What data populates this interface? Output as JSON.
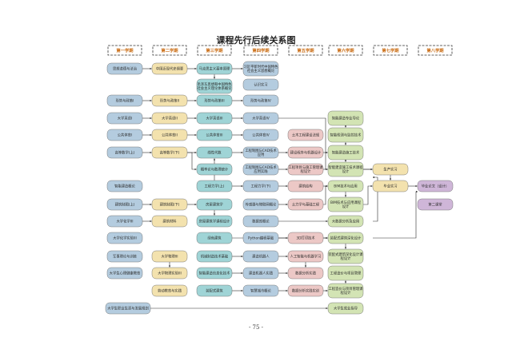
{
  "title": "课程先行后续关系图",
  "page_number": "- 75 -",
  "colors": {
    "blue": "#b4ccdf",
    "yellow": "#f3e2ae",
    "teal": "#9fd4d6",
    "pink": "#ecc8c6",
    "green": "#d3e4b4",
    "purple": "#cfb6d8",
    "edge": "#2b2b2b",
    "semester_header_text": "#c96a10"
  },
  "semesters": [
    "第一学期",
    "第二学期",
    "第三学期",
    "第四学期",
    "第五学期",
    "第六学期",
    "第七学期",
    "第八学期"
  ],
  "nodes": [
    {
      "id": "n1",
      "label": "思想道德与法治",
      "color": "blue"
    },
    {
      "id": "n2",
      "label": "中国近现代史纲要",
      "color": "yellow"
    },
    {
      "id": "n3",
      "label": "马克思主义基本原理",
      "color": "teal"
    },
    {
      "id": "n4",
      "label": "习近平新时代中国特色社会主义思想概论",
      "color": "blue"
    },
    {
      "id": "n5",
      "label": "毛泽东思想和中国特色社会主义理论体系概论",
      "color": "teal"
    },
    {
      "id": "n6",
      "label": "认识实习",
      "color": "blue"
    },
    {
      "id": "n7",
      "label": "形势与政策I",
      "color": "blue"
    },
    {
      "id": "n8",
      "label": "形势与政策II",
      "color": "yellow"
    },
    {
      "id": "n9",
      "label": "形势与政策III",
      "color": "teal"
    },
    {
      "id": "n10",
      "label": "形势与政策IV",
      "color": "blue"
    },
    {
      "id": "n11",
      "label": "大学英语I",
      "color": "blue"
    },
    {
      "id": "n12",
      "label": "大学英语II",
      "color": "yellow"
    },
    {
      "id": "n13",
      "label": "大学英语III",
      "color": "teal"
    },
    {
      "id": "n14",
      "label": "大学英语IV",
      "color": "blue"
    },
    {
      "id": "n15",
      "label": "公共体育I",
      "color": "blue"
    },
    {
      "id": "n16",
      "label": "公共体育II",
      "color": "yellow"
    },
    {
      "id": "n17",
      "label": "公共体育III",
      "color": "teal"
    },
    {
      "id": "n18",
      "label": "公共体育IV",
      "color": "blue"
    },
    {
      "id": "n19",
      "label": "土木工程建设法规",
      "color": "pink"
    },
    {
      "id": "n20",
      "label": "智能建造专业导论",
      "color": "green"
    },
    {
      "id": "n21",
      "label": "智能检测与监控技术",
      "color": "green"
    },
    {
      "id": "n22",
      "label": "智能建造施工技术",
      "color": "green"
    },
    {
      "id": "n23",
      "label": "高等数学(上)",
      "color": "blue"
    },
    {
      "id": "n24",
      "label": "高等数学(下)",
      "color": "yellow"
    },
    {
      "id": "n25",
      "label": "线性代数",
      "color": "teal"
    },
    {
      "id": "n26",
      "label": "工程制图与CAD技术应用",
      "color": "blue"
    },
    {
      "id": "n27",
      "label": "建设程序与机器设计",
      "color": "pink"
    },
    {
      "id": "n28",
      "label": "智能建造施工技术课程设计",
      "color": "green"
    },
    {
      "id": "n29",
      "label": "生产实习",
      "color": "yellow"
    },
    {
      "id": "n30",
      "label": "概率论与数理统计",
      "color": "teal"
    },
    {
      "id": "n31",
      "label": "工程制图与CAD技术应用实践",
      "color": "blue"
    },
    {
      "id": "n32",
      "label": "工程项目与施工管理课程设计",
      "color": "pink"
    },
    {
      "id": "n33",
      "label": "毕业实习",
      "color": "yellow"
    },
    {
      "id": "n34",
      "label": "毕业论文（设计）",
      "color": "purple"
    },
    {
      "id": "n35",
      "label": "智能建造概论",
      "color": "blue"
    },
    {
      "id": "n36",
      "label": "工程力学(上)",
      "color": "teal"
    },
    {
      "id": "n37",
      "label": "工程力学(下)",
      "color": "blue"
    },
    {
      "id": "n38",
      "label": "建筑结构",
      "color": "pink"
    },
    {
      "id": "n39",
      "label": "BIM技术与应用",
      "color": "green"
    },
    {
      "id": "n40",
      "label": "建筑制图(上)",
      "color": "blue"
    },
    {
      "id": "n41",
      "label": "建筑制图(下)",
      "color": "yellow"
    },
    {
      "id": "n42",
      "label": "房屋建筑学",
      "color": "teal"
    },
    {
      "id": "n43",
      "label": "传感器与物联网概论",
      "color": "blue"
    },
    {
      "id": "n44",
      "label": "土力学与基础工程",
      "color": "pink"
    },
    {
      "id": "n45",
      "label": "BIM技术与应用课程设计",
      "color": "green"
    },
    {
      "id": "n46",
      "label": "第二课堂",
      "color": "purple"
    },
    {
      "id": "n47",
      "label": "大学化学III",
      "color": "blue"
    },
    {
      "id": "n48",
      "label": "建筑材料",
      "color": "yellow"
    },
    {
      "id": "n49",
      "label": "房屋建筑学课程设计",
      "color": "teal"
    },
    {
      "id": "n50",
      "label": "数据库概论",
      "color": "blue"
    },
    {
      "id": "n51",
      "label": "大数据分析及应用",
      "color": "green"
    },
    {
      "id": "n52",
      "label": "大学化学实验III",
      "color": "blue"
    },
    {
      "id": "n53",
      "label": "绿色建筑",
      "color": "teal"
    },
    {
      "id": "n54",
      "label": "Python编程基础",
      "color": "blue"
    },
    {
      "id": "n55",
      "label": "3D打印技术",
      "color": "pink"
    },
    {
      "id": "n56",
      "label": "装配式建筑深化设计",
      "color": "green"
    },
    {
      "id": "n57",
      "label": "军事理论与训练",
      "color": "blue"
    },
    {
      "id": "n58",
      "label": "大学物理III",
      "color": "yellow"
    },
    {
      "id": "n59",
      "label": "机械制造技术基础",
      "color": "teal"
    },
    {
      "id": "n60",
      "label": "建造机器人",
      "color": "blue"
    },
    {
      "id": "n61",
      "label": "人工智能与机器学习",
      "color": "pink"
    },
    {
      "id": "n62",
      "label": "装配式建筑深化设计课程设计",
      "color": "green"
    },
    {
      "id": "n63",
      "label": "大学生心理健康教育",
      "color": "blue"
    },
    {
      "id": "n64",
      "label": "大学物理实验III",
      "color": "yellow"
    },
    {
      "id": "n65",
      "label": "智能建造信息化技术",
      "color": "teal"
    },
    {
      "id": "n66",
      "label": "建造机器人实践",
      "color": "blue"
    },
    {
      "id": "n67",
      "label": "数据分析实践",
      "color": "pink"
    },
    {
      "id": "n68",
      "label": "工程造价与项目管理",
      "color": "green"
    },
    {
      "id": "n69",
      "label": "劳动教育与实践",
      "color": "yellow"
    },
    {
      "id": "n70",
      "label": "装配式建筑",
      "color": "teal"
    },
    {
      "id": "n71",
      "label": "智慧城市概论",
      "color": "blue"
    },
    {
      "id": "n72",
      "label": "数据分析实践实训",
      "color": "pink"
    },
    {
      "id": "n73",
      "label": "工程造价与项目管理课程设计",
      "color": "green"
    },
    {
      "id": "n74",
      "label": "大学生职业生涯与发展规划",
      "color": "blue"
    },
    {
      "id": "n75",
      "label": "大学生就业指导",
      "color": "green"
    }
  ]
}
